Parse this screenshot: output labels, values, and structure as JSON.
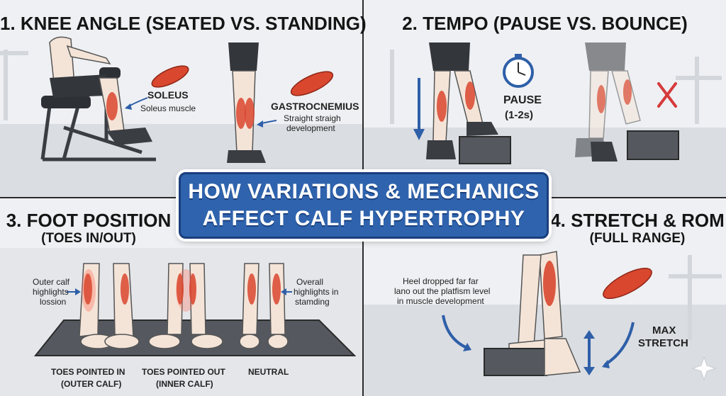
{
  "panels": {
    "knee_angle": {
      "title": "1. KNEE ANGLE (SEATED VS. STANDING)",
      "soleus_title": "SOLEUS",
      "soleus_sub": "Soleus muscle",
      "gastro_title": "GASTROCNEMIUS",
      "gastro_sub_1": "Straight straigh",
      "gastro_sub_2": "development"
    },
    "tempo": {
      "title": "2. TEMPO (PAUSE VS. BOUNCE)",
      "pause_label": "PAUSE",
      "pause_time": "(1-2s)"
    },
    "foot_position": {
      "title_1": "3. FOOT POSITION",
      "title_2": "(TOES IN/OUT)",
      "outer_note_1": "Outer calf",
      "outer_note_2": "highlights",
      "outer_note_3": "lossion",
      "overall_note_1": "Overall",
      "overall_note_2": "highlights in",
      "overall_note_3": "stamding",
      "toes_in_1": "TOES POINTED IN",
      "toes_in_2": "(OUTER CALF)",
      "toes_out_1": "TOES POINTED OUT",
      "toes_out_2": "(INNER CALF)",
      "neutral": "NEUTRAL"
    },
    "stretch_rom": {
      "title_1": "4. STRETCH & ROM",
      "title_2": "(FULL RANGE)",
      "heel_note_1": "Heel dropped far far",
      "heel_note_2": "lano out the platfism level",
      "heel_note_3": "in muscle development",
      "max_1": "MAX",
      "max_2": "STRETCH"
    }
  },
  "banner": {
    "line_1": "HOW VARIATIONS & MECHANICS",
    "line_2": "AFFECT CALF HYPERTROPHY"
  },
  "colors": {
    "banner_blue": "#2f63ad",
    "muscle_red": "#d9472f",
    "arrow_blue": "#2e5fa8",
    "x_red": "#d63a3a",
    "shoe_grey": "#3a3d42",
    "skin": "#f4e4d8"
  },
  "icons": [
    "stopwatch-icon",
    "cross-mark-icon",
    "sparkle-icon"
  ]
}
